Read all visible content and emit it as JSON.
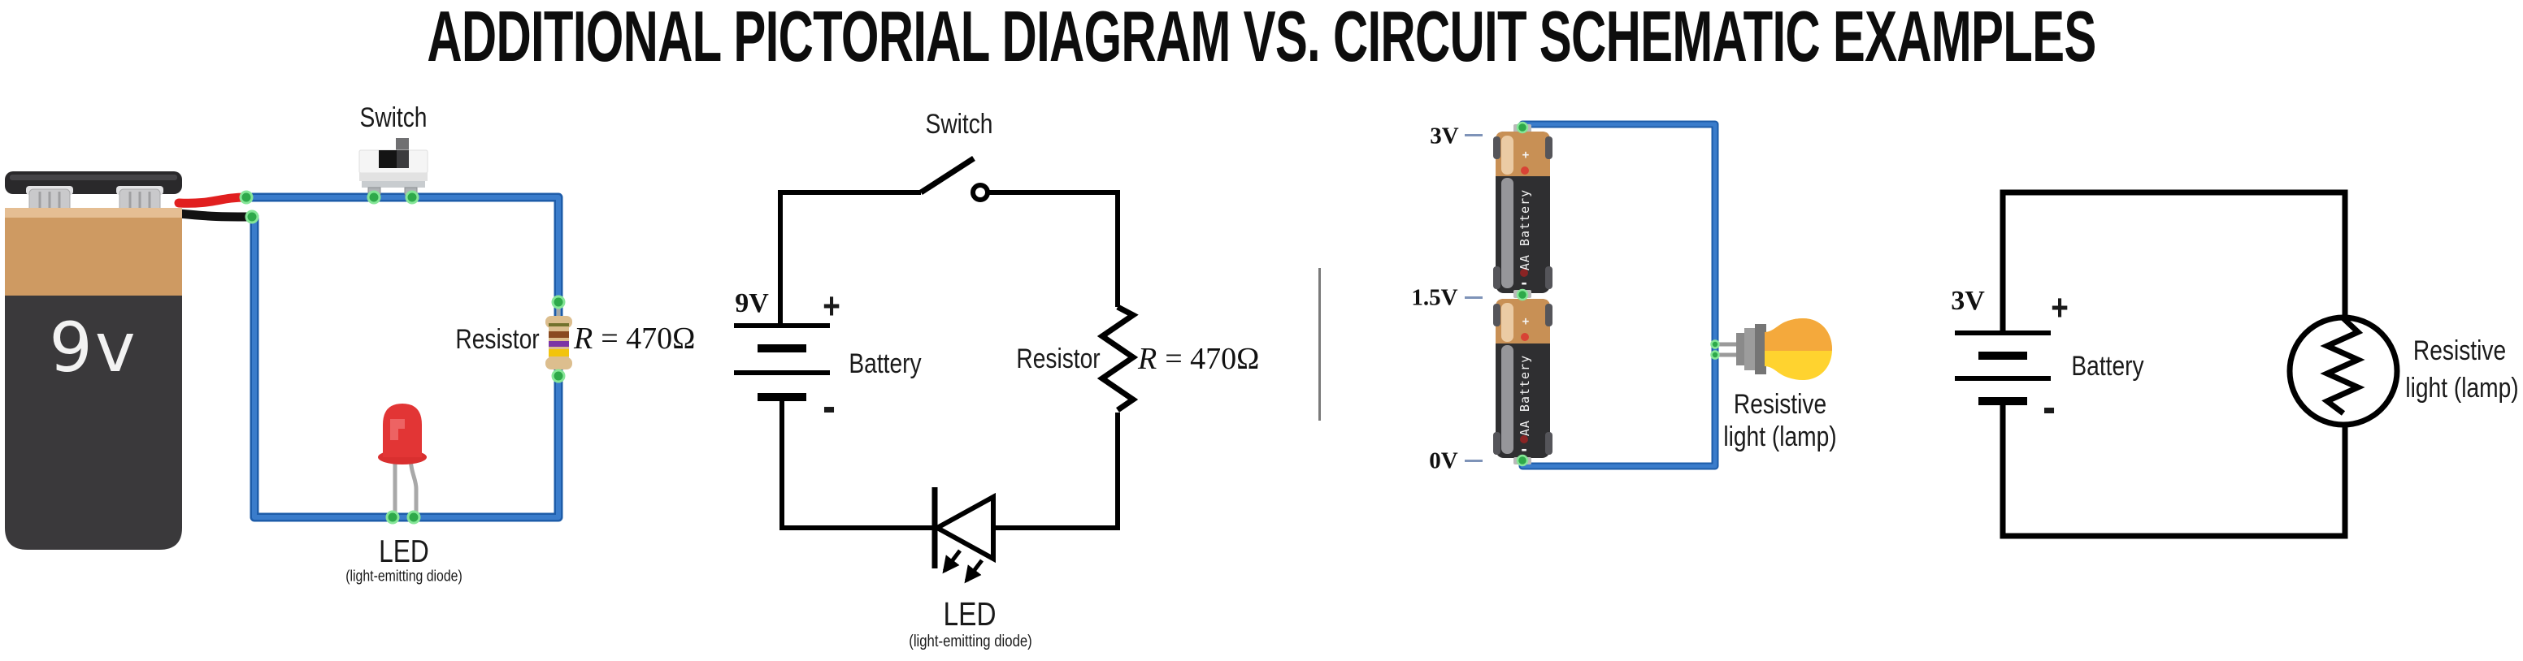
{
  "title": "ADDITIONAL PICTORIAL DIAGRAM VS. CIRCUIT SCHEMATIC EXAMPLES",
  "section1": {
    "switch_label": "Switch",
    "battery_text": "9v",
    "resistor_label": "Resistor",
    "resistance_symbol": "R",
    "resistance_eq": "= 470Ω",
    "led_label": "LED",
    "led_sublabel": "(light-emitting diode)"
  },
  "section2": {
    "switch_label": "Switch",
    "voltage": "9V",
    "plus": "+",
    "minus": "-",
    "battery_label": "Battery",
    "resistor_label": "Resistor",
    "resistance_symbol": "R",
    "resistance_eq": "= 470Ω",
    "led_label": "LED",
    "led_sublabel": "(light-emitting diode)"
  },
  "section3": {
    "voltage_top": "3V",
    "voltage_mid": "1.5V",
    "voltage_bottom": "0V",
    "battery_text": "AA Battery",
    "plus": "+",
    "minus": "-",
    "lamp_label_line1": "Resistive",
    "lamp_label_line2": "light (lamp)"
  },
  "section4": {
    "voltage": "3V",
    "plus": "+",
    "minus": "-",
    "battery_label": "Battery",
    "lamp_label_line1": "Resistive",
    "lamp_label_line2": "light (lamp)"
  },
  "colors": {
    "wire_blue": "#3A7CCB",
    "wire_blue_dark": "#1D5CA9",
    "connector_green": "#2EA94A",
    "connector_green_ring": "#86E698",
    "schematic_black": "#000000",
    "battery_tan": "#CE9A62",
    "battery_dark": "#3A393B",
    "aa_tan": "#C89055",
    "led_red": "#E23535",
    "lamp_yellow": "#FFD32F",
    "lamp_amber": "#F4A93C",
    "resistor_body": "#DCBE8E",
    "divider_gray": "#7A7A7A"
  }
}
